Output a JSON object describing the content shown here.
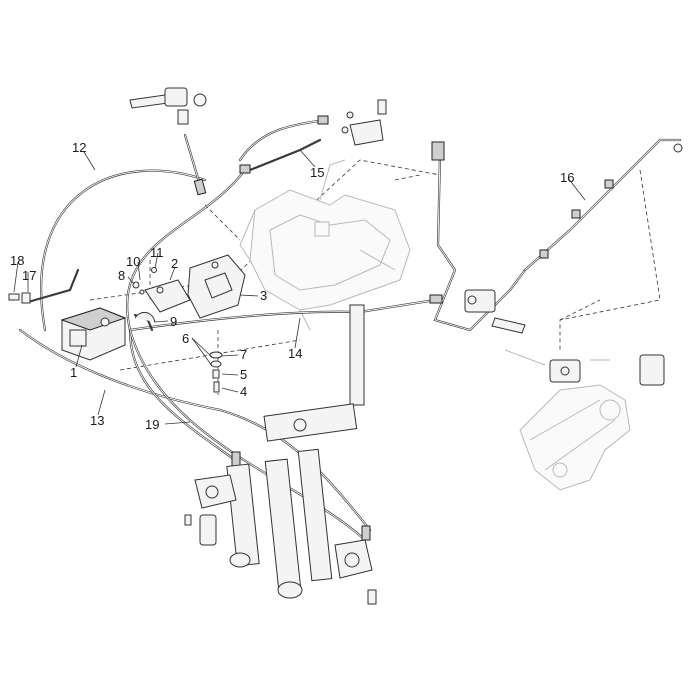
{
  "callouts": [
    {
      "id": "1",
      "text": "1"
    },
    {
      "id": "2",
      "text": "2"
    },
    {
      "id": "3",
      "text": "3"
    },
    {
      "id": "4",
      "text": "4"
    },
    {
      "id": "5",
      "text": "5"
    },
    {
      "id": "6",
      "text": "6"
    },
    {
      "id": "7",
      "text": "7"
    },
    {
      "id": "8",
      "text": "8"
    },
    {
      "id": "9",
      "text": "9"
    },
    {
      "id": "10",
      "text": "10"
    },
    {
      "id": "11",
      "text": "11"
    },
    {
      "id": "12",
      "text": "12"
    },
    {
      "id": "13",
      "text": "13"
    },
    {
      "id": "14",
      "text": "14"
    },
    {
      "id": "15",
      "text": "15"
    },
    {
      "id": "16",
      "text": "16"
    },
    {
      "id": "17",
      "text": "17"
    },
    {
      "id": "18",
      "text": "18"
    },
    {
      "id": "19",
      "text": "19"
    }
  ],
  "colors": {
    "line": "#333333",
    "ghost": "#b8b8b8",
    "background": "#ffffff"
  }
}
